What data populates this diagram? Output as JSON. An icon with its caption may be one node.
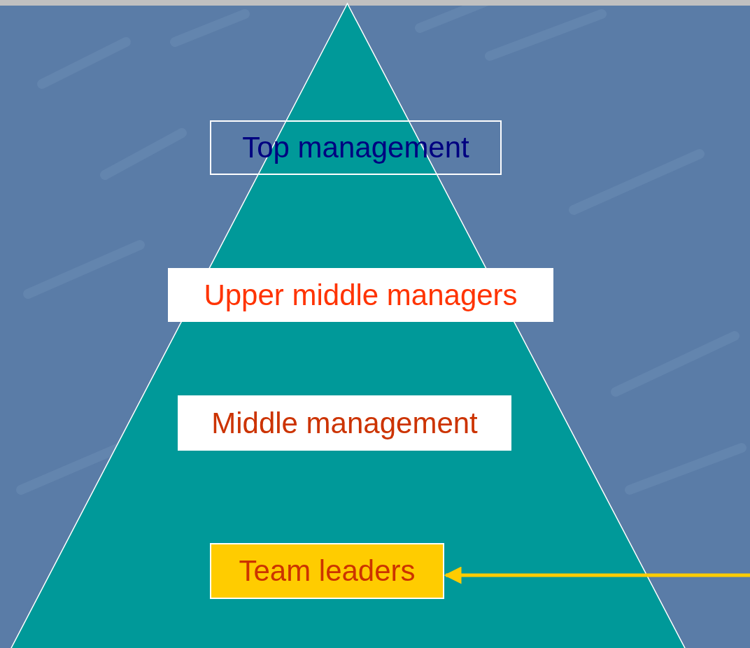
{
  "diagram": {
    "nodes": [
      {
        "text": [],
        "shape": "triangle"
      },
      {
        "text": [
          "Top management"
        ],
        "in": 0
      },
      {
        "text": [
          "Upper middle managers"
        ],
        "in": 0
      },
      {
        "text": [
          "Middle management"
        ],
        "in": 0
      },
      {
        "text": [
          "Team leaders"
        ],
        "in": 0
      }
    ],
    "edges": [
      {
        "from": null,
        "to": 4,
        "arrow": "to",
        "color": "#ffcc00"
      }
    ]
  }
}
